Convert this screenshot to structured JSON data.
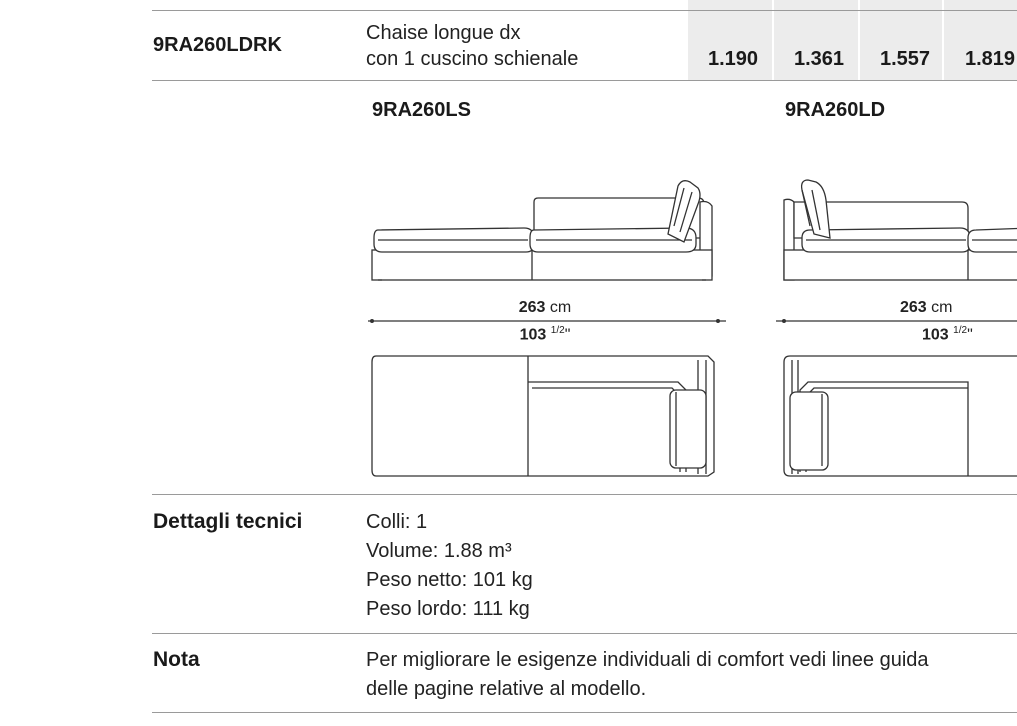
{
  "row": {
    "code": "9RA260LDRK",
    "description_line1": "Chaise longue dx",
    "description_line2": "con 1 cuscino schienale",
    "prices": [
      "1.190",
      "1.361",
      "1.557",
      "1.819"
    ]
  },
  "variants": [
    {
      "code": "9RA260LS",
      "dim_cm": "263",
      "unit_cm": "cm",
      "dim_in": "103",
      "dim_in_frac": "1/2",
      "inch_mark": "\""
    },
    {
      "code": "9RA260LD",
      "dim_cm": "263",
      "unit_cm": "cm",
      "dim_in": "103",
      "dim_in_frac": "1/2",
      "inch_mark": "\""
    }
  ],
  "technical": {
    "label": "Dettagli tecnici",
    "lines": [
      "Colli: 1",
      "Volume: 1.88 m³",
      "Peso netto: 101 kg",
      "Peso lordo: 111 kg"
    ]
  },
  "note": {
    "label": "Nota",
    "line1": "Per migliorare le esigenze individuali di comfort vedi linee guida",
    "line2": "delle pagine relative al modello."
  }
}
